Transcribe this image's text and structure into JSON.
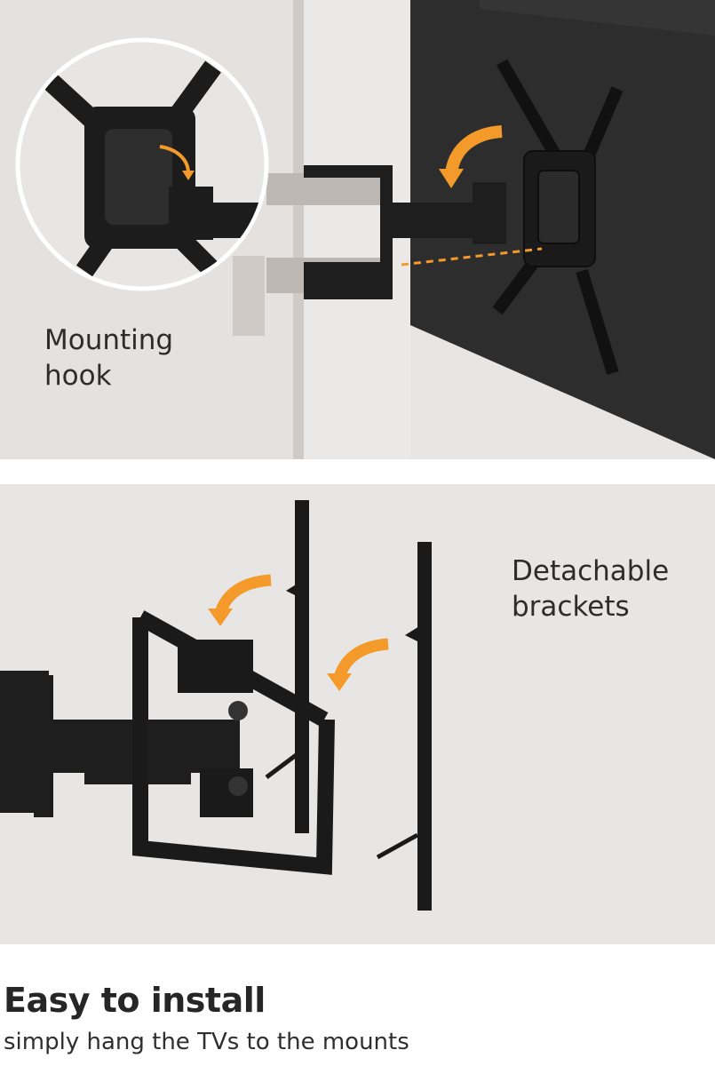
{
  "labels": {
    "mounting_hook": "Mounting\nhook",
    "detachable_brackets": "Detachable\nbrackets"
  },
  "headline": "Easy to install",
  "subline": "simply hang the TVs to the mounts",
  "colors": {
    "background": "#e8e6e4",
    "metal": "#1e1e1e",
    "arrow": "#f39a2b",
    "tv": "#2b2b2b"
  }
}
